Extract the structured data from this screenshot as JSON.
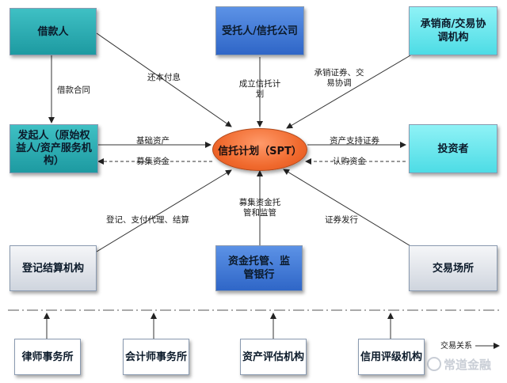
{
  "nodes": {
    "borrower": "借款人",
    "trustor": "受托人/信托公司",
    "underwriter": "承销商/交易协调机构",
    "originator": "发起人（原始权益人/资产服务机构）",
    "spt": "信托计划（SPT）",
    "investor": "投资者",
    "registry": "登记结算机构",
    "custody": "资金托管、监管银行",
    "exchange": "交易场所",
    "law_firm": "律师事务所",
    "accounting_firm": "会计师事务所",
    "appraisal": "资产评估机构",
    "rating": "信用评级机构"
  },
  "edge_labels": {
    "loan_contract": "借款合同",
    "repay": "还本付息",
    "establish_trust": "成立信托计划",
    "underwrite": "承销证券、交易协调",
    "base_assets": "基础资产",
    "raised_funds_left": "募集资金",
    "abs": "资产支持证券",
    "subscription_funds": "认购资金",
    "registration": "登记、支付代理、结算",
    "custody_supervision": "募集资金托管和监管",
    "securities_issue": "证券发行"
  },
  "legend": {
    "relation": "交易关系"
  },
  "watermark": "常道金融"
}
